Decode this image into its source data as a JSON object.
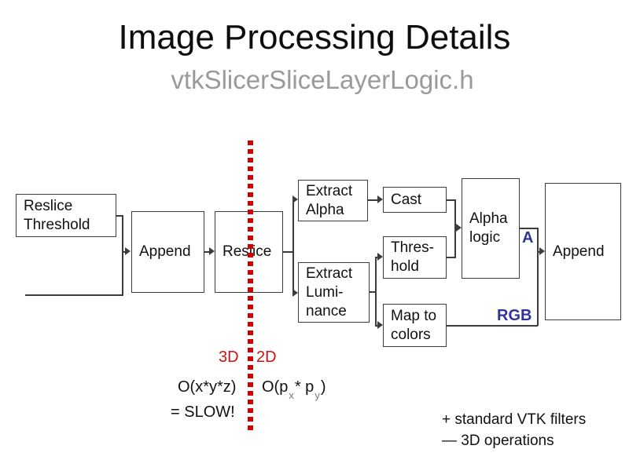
{
  "slide": {
    "title": "Image Processing Details",
    "subtitle": "vtkSlicerSliceLayerLogic.h"
  },
  "pipeline": {
    "boxes": [
      {
        "label": "Reslice\nThreshold"
      },
      {
        "label": "Append"
      },
      {
        "label": "Reslice"
      },
      {
        "label": "Extract\nAlpha"
      },
      {
        "label": "Cast"
      },
      {
        "label": "Alpha\nlogic"
      },
      {
        "label": "Thres-\nhold"
      },
      {
        "label": "Extract\nLumi-\nnance"
      },
      {
        "label": "Map to\ncolors"
      },
      {
        "label": "Append"
      }
    ],
    "outputs": {
      "alpha": "A",
      "rgb": "RGB"
    }
  },
  "divider": {
    "left_label": "3D",
    "right_label": "2D",
    "color": "#d40000"
  },
  "complexity": {
    "left_formula": "O(x*y*z)",
    "left_note": "= SLOW!",
    "right_formula": {
      "prefix": "O(p",
      "sub1": "x",
      "mid": "* p",
      "sub2": "y",
      "suffix": ")"
    }
  },
  "notes": {
    "line1": "+ standard VTK filters",
    "line2": "— 3D operations"
  },
  "colors": {
    "accent_red": "#d40000",
    "output_navy": "#333399",
    "subtitle_gray": "#9a9a9a"
  }
}
